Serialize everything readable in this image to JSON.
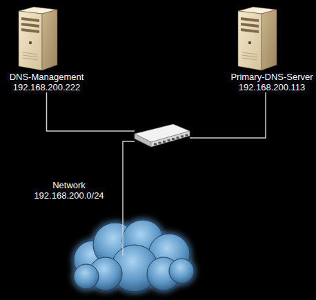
{
  "diagram": {
    "nodes": [
      {
        "text": [
          "DNS-Management",
          "192.168.200.222"
        ]
      },
      {
        "text": [
          "Primary-DNS-Server",
          "192.168.200.113"
        ]
      },
      {
        "text": []
      },
      {
        "text": [
          "Network",
          "192.168.200.0/24"
        ]
      }
    ],
    "edges": [
      {
        "from": 0,
        "to": 2,
        "arrow": "none"
      },
      {
        "from": 1,
        "to": 2,
        "arrow": "none"
      },
      {
        "from": 2,
        "to": 3,
        "arrow": "none"
      }
    ]
  }
}
